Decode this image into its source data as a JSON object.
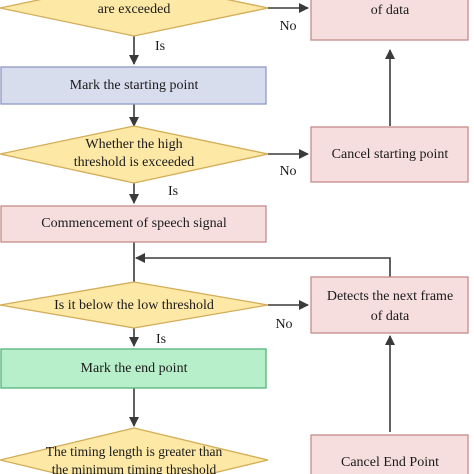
{
  "diagram": {
    "nodes": {
      "decision_exceeded": [
        "are exceeded"
      ],
      "mark_start": [
        "Mark the starting point"
      ],
      "decision_high": [
        "Whether the high",
        "threshold is exceeded"
      ],
      "commence": [
        "Commencement of speech signal"
      ],
      "decision_low": [
        "Is it below the low threshold"
      ],
      "mark_end": [
        "Mark the end point"
      ],
      "decision_timing": [
        "The timing length is greater than",
        "the minimum timing threshold"
      ],
      "next_frame_top": [
        "of data"
      ],
      "cancel_start": [
        "Cancel starting point"
      ],
      "detect_next": [
        "Detects the next frame",
        "of data"
      ],
      "cancel_end": [
        "Cancel End Point"
      ]
    },
    "edges": {
      "no_top": "No",
      "is_1": "Is",
      "no_high": "No",
      "is_2": "Is",
      "no_low": "No",
      "is_3": "Is"
    },
    "colors": {
      "decision_fill": "#fde8a6",
      "decision_stroke": "#d3ad57",
      "blue_fill": "#d8ddee",
      "blue_stroke": "#8d99c5",
      "pink_fill": "#f6dede",
      "pink_stroke": "#c58a8a",
      "green_fill": "#b7efcb",
      "green_stroke": "#55b47c",
      "arrow": "#3a3a3a"
    }
  }
}
